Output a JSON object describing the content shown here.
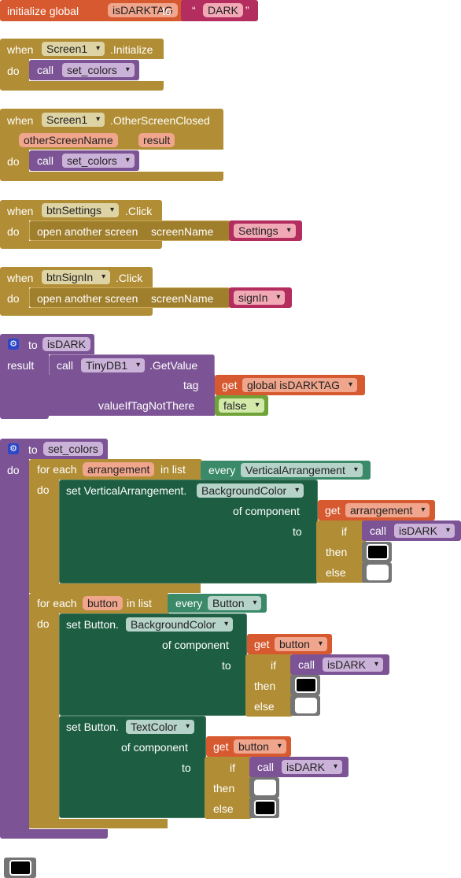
{
  "global_init": {
    "initialize": "initialize global",
    "var": "isDARKTAG",
    "to": "to",
    "quote_l": "“",
    "text": "DARK",
    "quote_r": "”"
  },
  "kw": {
    "when": "when",
    "do": "do",
    "call": "call",
    "result": "result",
    "to": "to",
    "tag": "tag",
    "get": "get",
    "if": "if",
    "then": "then",
    "else": "else",
    "in_list": "in list",
    "every": "every",
    "for_each": "for each",
    "of_component": "of component",
    "open_screen": "open another screen",
    "screen_name": "screenName",
    "value_if": "valueIfTagNotThere"
  },
  "ev1": {
    "component": "Screen1",
    "event": ".Initialize",
    "proc": "set_colors"
  },
  "ev2": {
    "component": "Screen1",
    "event": ".OtherScreenClosed",
    "param1": "otherScreenName",
    "param2": "result",
    "proc": "set_colors"
  },
  "ev3": {
    "component": "btnSettings",
    "event": ".Click",
    "screen": "Settings"
  },
  "ev4": {
    "component": "btnSignIn",
    "event": ".Click",
    "screen": "signIn"
  },
  "fn": {
    "name": "isDARK",
    "component": "TinyDB1",
    "method": ".GetValue",
    "tag_var": "global isDARKTAG",
    "default": "false"
  },
  "proc": {
    "name": "set_colors",
    "loop1": {
      "var": "arrangement",
      "type": "VerticalArrangement",
      "setter": "set VerticalArrangement.",
      "prop": "BackgroundColor",
      "get_var": "arrangement",
      "if_fn": "isDARK"
    },
    "loop2": {
      "var": "button",
      "type": "Button",
      "setter1": "set Button.",
      "prop1": "BackgroundColor",
      "get_var1": "button",
      "if_fn1": "isDARK",
      "setter2": "set Button.",
      "prop2": "TextColor",
      "get_var2": "button",
      "if_fn2": "isDARK"
    }
  },
  "colors": {
    "black": "#000000",
    "white": "#ffffff",
    "gold": "#b18e35",
    "purple": "#7c5495",
    "orange": "#d7592f",
    "green": "#1d5e43"
  }
}
